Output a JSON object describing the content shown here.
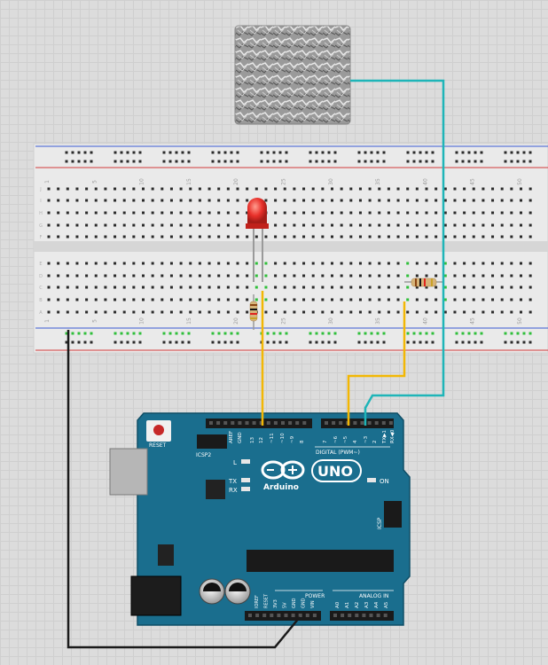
{
  "breadboard": {
    "column_numbers": [
      "1",
      "5",
      "10",
      "15",
      "20",
      "25",
      "30",
      "35",
      "40",
      "45",
      "50"
    ],
    "row_letters_top": [
      "J",
      "I",
      "H",
      "G",
      "F"
    ],
    "row_letters_bottom": [
      "E",
      "D",
      "C",
      "B",
      "A"
    ]
  },
  "arduino": {
    "brand": "Arduino",
    "model": "UNO",
    "reset_label": "RESET",
    "icsp2_label": "ICSP2",
    "icsp_label": "ICSP",
    "on_label": "ON",
    "led_l_label": "L",
    "tx_label": "TX",
    "rx_label": "RX",
    "digital_label": "DIGITAL (PWM~)",
    "analog_label": "ANALOG IN",
    "power_label": "POWER",
    "digital_pins": [
      "AREF",
      "GND",
      "13",
      "12",
      "~11",
      "~10",
      "~9",
      "8",
      "7",
      "~6",
      "~5",
      "4",
      "~3",
      "2",
      "TX▶1",
      "RX◀0"
    ],
    "power_pins": [
      "IOREF",
      "RESET",
      "3V3",
      "5V",
      "GND",
      "GND",
      "VIN"
    ],
    "analog_pins": [
      "A0",
      "A1",
      "A2",
      "A3",
      "A4",
      "A5"
    ]
  },
  "colors": {
    "wire_yellow": "#f2b705",
    "wire_teal": "#1fb5b8",
    "wire_black": "#1a1a1a",
    "board_blue": "#1a6e8e",
    "led_red": "#e8302a",
    "rail_red": "#d23a3a",
    "rail_blue": "#3a5bd2"
  }
}
